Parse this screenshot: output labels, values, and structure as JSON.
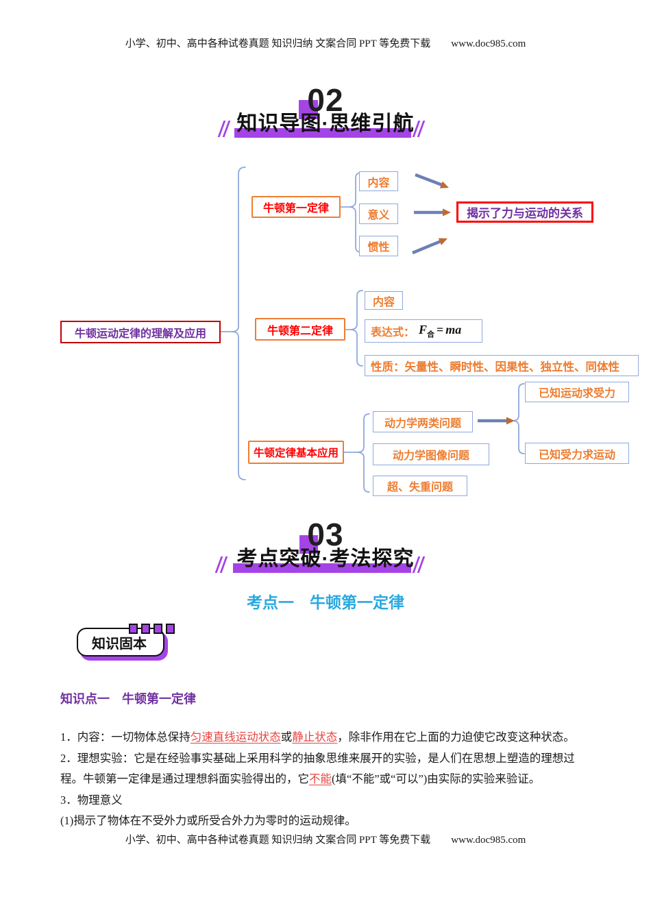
{
  "page": {
    "header_text": "小学、初中、高中各种试卷真题 知识归纳 文案合同 PPT 等免费下载",
    "header_url": "www.doc985.com",
    "footer_text": "小学、初中、高中各种试卷真题 知识归纳 文案合同 PPT 等免费下载",
    "footer_url": "www.doc985.com"
  },
  "section02": {
    "number": "02",
    "title": "知识导图·思维引航"
  },
  "section03": {
    "number": "03",
    "title": "考点突破·考法探究"
  },
  "mindmap": {
    "root": "牛顿运动定律的理解及应用",
    "branch1": {
      "label": "牛顿第一定律",
      "children": [
        "内容",
        "意义",
        "惯性"
      ],
      "result": "揭示了力与运动的关系"
    },
    "branch2": {
      "label": "牛顿第二定律",
      "child1": "内容",
      "formula": {
        "label": "表达式：",
        "f": "F",
        "sub": "合",
        "eq": "=",
        "var": "ma"
      },
      "properties": "性质：矢量性、瞬时性、因果性、独立性、同体性"
    },
    "branch3": {
      "label": "牛顿定律基本应用",
      "children": [
        "动力学两类问题",
        "动力学图像问题",
        "超、失重问题"
      ],
      "results": [
        "已知运动求受力",
        "已知受力求运动"
      ]
    }
  },
  "kaodian": {
    "heading": "考点一　牛顿第一定律"
  },
  "badge": {
    "label": "知识固本"
  },
  "knowledge": {
    "heading": "知识点一　牛顿第一定律",
    "line1": {
      "pre": "1．内容：一切物体总保持",
      "blank1": "匀速直线运动状态",
      "mid": "或",
      "blank2": "静止状态",
      "post": "，除非作用在它上面的力迫使它改变这种状态。"
    },
    "line2": "2．理想实验：它是在经验事实基础上采用科学的抽象思维来展开的实验，是人们在思想上塑造的理想过",
    "line3": {
      "pre": "程。牛顿第一定律是通过理想斜面实验得出的，它",
      "blank": "不能",
      "post": "(填“不能”或“可以”)由实际的实验来验证。"
    },
    "line4": "3．物理意义",
    "line5": "(1)揭示了物体在不受外力或所受合外力为零时的运动规律。"
  },
  "colors": {
    "accent_purple": "#A544E6",
    "orange": "#ED7D31",
    "bright_red": "#FF0000",
    "dark_red": "#C00000",
    "deep_purple": "#7030A0",
    "sub_border_blue": "#8EA9DB",
    "arrow_slate": "#6F7FB5",
    "arrow_head_orange": "#BE6A30",
    "kaodian_blue": "#29A8DF"
  }
}
